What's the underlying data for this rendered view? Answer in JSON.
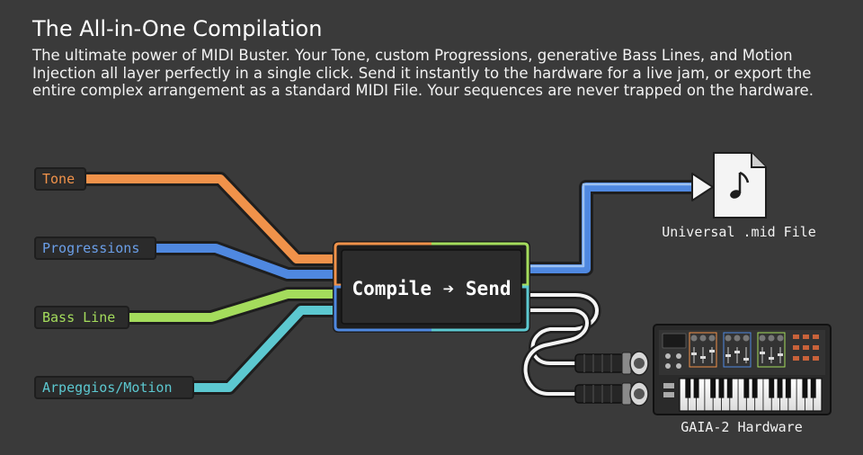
{
  "title": "The All-in-One Compilation",
  "description": "The ultimate power of MIDI Buster. Your Tone, custom Progressions, generative Bass Lines, and Motion Injection all layer perfectly in a single click. Send it instantly to the hardware for a live jam, or export the entire complex arrangement as a standard MIDI File. Your sequences are never trapped on the hardware.",
  "inputs": [
    {
      "label": "Tone",
      "color": "#f0924a"
    },
    {
      "label": "Progressions",
      "color": "#4f88e0"
    },
    {
      "label": "Bass Line",
      "color": "#a4dc5c"
    },
    {
      "label": "Arpeggios/Motion",
      "color": "#5cc8d0"
    }
  ],
  "processor": {
    "label": "Compile ➔ Send"
  },
  "outputs": {
    "file_label": "Universal .mid File",
    "hardware_label": "GAIA-2 Hardware"
  },
  "colors": {
    "background": "#3a3a3a",
    "outline": "#1e1e1e",
    "cable_white": "#f4f4f4"
  }
}
